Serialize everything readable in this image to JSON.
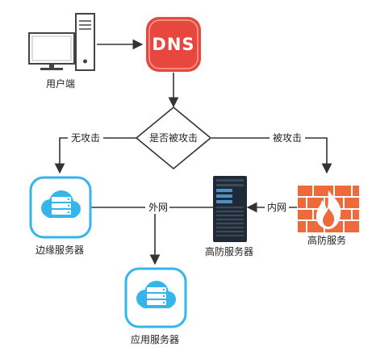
{
  "labels": {
    "user_client": "用户端",
    "dns_logo": "DNS",
    "decision": "是否被攻击",
    "no_attack": "无攻击",
    "attacked": "被攻击",
    "edge_server": "边缘服务器",
    "high_defense_server": "高防服务器",
    "high_defense_service": "高防服务",
    "external_network": "外网",
    "internal_network": "内网",
    "app_server": "应用服务器"
  },
  "colors": {
    "dns_red": "#E8473E",
    "cloud_blue": "#35B5EA",
    "firewall_orange": "#EF6A3A",
    "server_dark": "#1F2A36",
    "line": "#333333"
  }
}
